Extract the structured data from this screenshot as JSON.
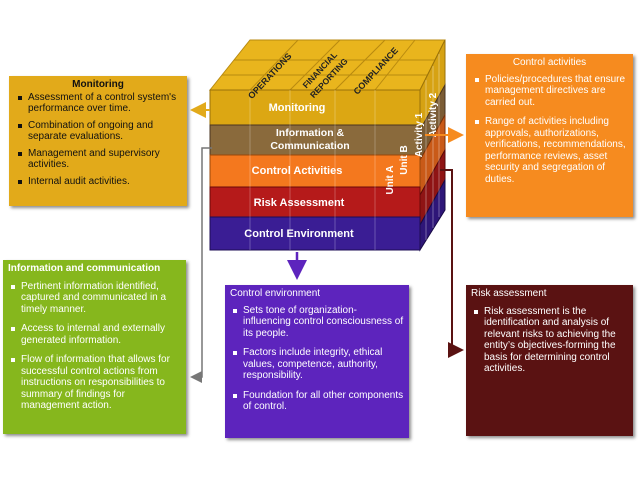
{
  "cube": {
    "top_labels": [
      "OPERATIONS",
      "FINANCIAL REPORTING",
      "COMPLIANCE"
    ],
    "top_label_financial_line1": "FINANCIAL",
    "top_label_financial_line2": "REPORTING",
    "layers": [
      "Monitoring",
      "Information &",
      "Communication",
      "Control Activities",
      "Risk Assessment",
      "Control Environment"
    ],
    "side_labels": [
      "Unit A",
      "Unit B",
      "Activity 1",
      "Activity 2"
    ],
    "colors": {
      "monitoring": "#dca713",
      "information": "#8a6a3c",
      "control_activities": "#f4781e",
      "risk_assessment": "#b51a1a",
      "control_environment": "#3a1d94",
      "top": "#e9b51d"
    }
  },
  "monitoring": {
    "title": "Monitoring",
    "items": [
      "Assessment of a control system's performance over time.",
      "Combination of ongoing and separate evaluations.",
      "Management and supervisory activities.",
      "Internal audit activities."
    ]
  },
  "control_activities": {
    "title": "Control activities",
    "items": [
      "Policies/procedures that ensure management directives are carried out.",
      "Range of activities including approvals, authorizations, verifications, recommendations, performance reviews, asset security and segregation of duties."
    ]
  },
  "information_communication": {
    "title": "Information and communication",
    "items": [
      "Pertinent information identified, captured and communicated in a timely manner.",
      "Access to internal and externally generated information.",
      "Flow of information that allows for successful control actions from instructions on responsibilities to summary of findings for management action."
    ]
  },
  "control_environment": {
    "title": "Control environment",
    "items": [
      "Sets tone of organization-influencing control consciousness of its people.",
      "Factors include integrity, ethical values, competence, authority, responsibility.",
      "Foundation for all other components of control."
    ]
  },
  "risk_assessment": {
    "title": "Risk assessment",
    "items": [
      "Risk assessment is the identification and analysis of relevant risks to achieving the entity’s objectives-forming the basis for determining control activities."
    ]
  }
}
